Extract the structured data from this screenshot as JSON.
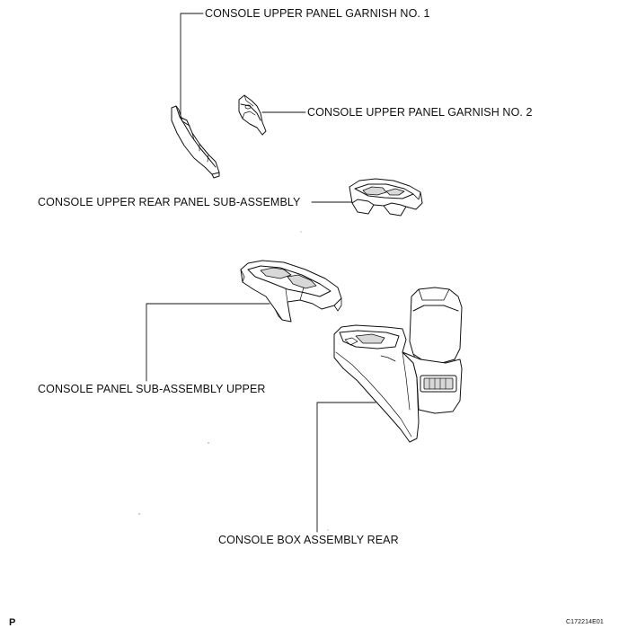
{
  "labels": {
    "garnish1": "CONSOLE UPPER PANEL GARNISH NO. 1",
    "garnish2": "CONSOLE UPPER PANEL GARNISH NO. 2",
    "rearPanel": "CONSOLE UPPER REAR PANEL SUB-ASSEMBLY",
    "panelUpper": "CONSOLE PANEL SUB-ASSEMBLY UPPER",
    "boxRear": "CONSOLE BOX ASSEMBLY REAR"
  },
  "footer": {
    "page_mark": "P",
    "figure_code": "C172214E01"
  },
  "colors": {
    "line": "#111111",
    "fill": "#ffffff",
    "shade": "#d8d8d8"
  }
}
